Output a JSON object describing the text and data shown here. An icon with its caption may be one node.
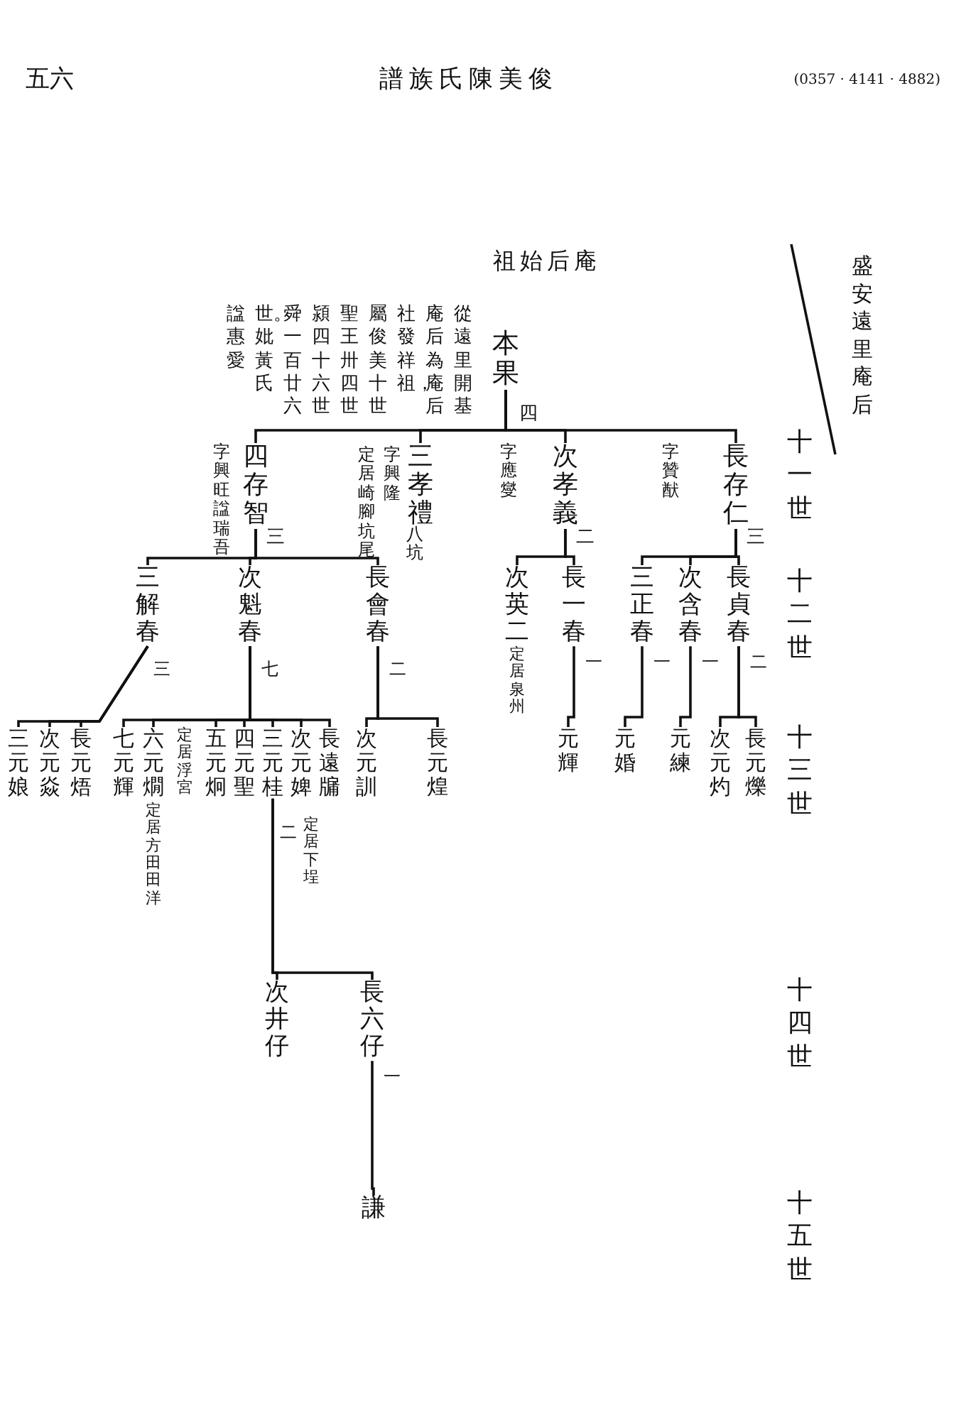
{
  "diagram": {
    "title": "祖始后庵",
    "nodes": [
      {
        "text": [
          "本果"
        ],
        "beside": [
          "四"
        ]
      },
      {
        "text": [
          "長存仁"
        ],
        "beside": [
          "字贊猷",
          "三"
        ]
      },
      {
        "text": [
          "次孝義"
        ],
        "beside": [
          "字應燮",
          "二"
        ]
      },
      {
        "text": [
          "三孝禮"
        ],
        "beside": [
          "字興隆",
          "定居崎腳坑尾",
          "八坑"
        ]
      },
      {
        "text": [
          "四存智"
        ],
        "beside": [
          "字興旺諡瑞吾",
          "三"
        ]
      },
      {
        "text": [
          "長貞春"
        ],
        "beside": [
          "二"
        ]
      },
      {
        "text": [
          "次含春"
        ],
        "beside": [
          "一"
        ]
      },
      {
        "text": [
          "三正春"
        ],
        "beside": [
          "一"
        ]
      },
      {
        "text": [
          "長一春"
        ],
        "beside": [
          "一"
        ]
      },
      {
        "text": [
          "次英二"
        ],
        "beside": [
          "定居泉州"
        ]
      },
      {
        "text": [
          "長會春"
        ],
        "beside": [
          "二"
        ]
      },
      {
        "text": [
          "次魁春"
        ],
        "beside": [
          "七"
        ]
      },
      {
        "text": [
          "三解春"
        ],
        "beside": [
          "三"
        ]
      },
      {
        "text": [
          "長元爍"
        ]
      },
      {
        "text": [
          "次元灼"
        ]
      },
      {
        "text": [
          "元練"
        ]
      },
      {
        "text": [
          "元婚"
        ]
      },
      {
        "text": [
          "元輝"
        ]
      },
      {
        "text": [
          "長元煌"
        ]
      },
      {
        "text": [
          "次元訓"
        ]
      },
      {
        "text": [
          "長遠牖"
        ]
      },
      {
        "text": [
          "次元婢"
        ],
        "beside": [
          "定居下埕"
        ]
      },
      {
        "text": [
          "三元桂"
        ],
        "beside": [
          "二"
        ]
      },
      {
        "text": [
          "四元聖"
        ]
      },
      {
        "text": [
          "五元炯"
        ],
        "beside": [
          "定居浮宮"
        ]
      },
      {
        "text": [
          "六元燗"
        ],
        "beside": [
          "定居方田田洋"
        ]
      },
      {
        "text": [
          "七元輝"
        ]
      },
      {
        "text": [
          "長元焐"
        ]
      },
      {
        "text": [
          "次元焱"
        ]
      },
      {
        "text": [
          "三元娘"
        ]
      },
      {
        "text": [
          "次井仔"
        ]
      },
      {
        "text": [
          "長六仔"
        ],
        "beside": [
          "一"
        ]
      },
      {
        "text": [
          "謙"
        ]
      }
    ],
    "edges": [
      {
        "from": 0,
        "to": 1,
        "arrow": "none"
      },
      {
        "from": 0,
        "to": 2,
        "arrow": "none"
      },
      {
        "from": 0,
        "to": 3,
        "arrow": "none"
      },
      {
        "from": 0,
        "to": 4,
        "arrow": "none"
      },
      {
        "from": 1,
        "to": 5,
        "arrow": "none"
      },
      {
        "from": 1,
        "to": 6,
        "arrow": "none"
      },
      {
        "from": 1,
        "to": 7,
        "arrow": "none"
      },
      {
        "from": 2,
        "to": 8,
        "arrow": "none"
      },
      {
        "from": 2,
        "to": 9,
        "arrow": "none"
      },
      {
        "from": 4,
        "to": 10,
        "arrow": "none"
      },
      {
        "from": 4,
        "to": 11,
        "arrow": "none"
      },
      {
        "from": 4,
        "to": 12,
        "arrow": "none"
      },
      {
        "from": 5,
        "to": 13,
        "arrow": "none"
      },
      {
        "from": 5,
        "to": 14,
        "arrow": "none"
      },
      {
        "from": 6,
        "to": 15,
        "arrow": "none"
      },
      {
        "from": 7,
        "to": 16,
        "arrow": "none"
      },
      {
        "from": 8,
        "to": 17,
        "arrow": "none"
      },
      {
        "from": 10,
        "to": 18,
        "arrow": "none"
      },
      {
        "from": 10,
        "to": 19,
        "arrow": "none"
      },
      {
        "from": 11,
        "to": 20,
        "arrow": "none"
      },
      {
        "from": 11,
        "to": 21,
        "arrow": "none"
      },
      {
        "from": 11,
        "to": 22,
        "arrow": "none"
      },
      {
        "from": 11,
        "to": 23,
        "arrow": "none"
      },
      {
        "from": 11,
        "to": 24,
        "arrow": "none"
      },
      {
        "from": 11,
        "to": 25,
        "arrow": "none"
      },
      {
        "from": 11,
        "to": 26,
        "arrow": "none"
      },
      {
        "from": 12,
        "to": 27,
        "arrow": "none"
      },
      {
        "from": 12,
        "to": 28,
        "arrow": "none"
      },
      {
        "from": 12,
        "to": 29,
        "arrow": "none"
      },
      {
        "from": 22,
        "to": 30,
        "arrow": "none"
      },
      {
        "from": 22,
        "to": 31,
        "arrow": "none"
      },
      {
        "from": 31,
        "to": 32,
        "arrow": "none"
      }
    ],
    "labels": [
      "五六",
      "譜族氏陳美俊",
      "(0357 · 4141 · 4882)",
      "從遠里開基",
      "庵后為庵后",
      "社發祥祖，",
      "屬俊美十世",
      "聖王卅四世",
      "潁四十六世",
      "舜一百廿六",
      "世。妣黃氏",
      "諡惠愛",
      "盛安遠里庵后",
      "十一世",
      "十二世",
      "十三世",
      "十四世",
      "十五世"
    ]
  }
}
